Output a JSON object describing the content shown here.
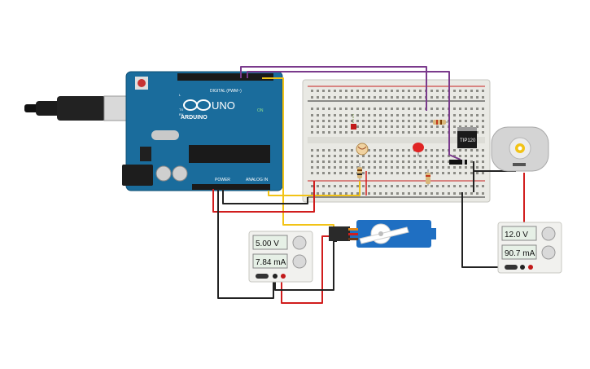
{
  "arduino": {
    "brand": "ARDUINO",
    "model": "UNO",
    "on_label": "ON",
    "digital_label": "DIGITAL (PWM~)",
    "power_label": "POWER",
    "analog_label": "ANALOG IN",
    "tx_label": "TX",
    "rx_label": "RX",
    "l_label": "L"
  },
  "transistor": {
    "label": "TIP120"
  },
  "supply_left": {
    "voltage": "5.00 V",
    "current": "7.84 mA"
  },
  "supply_right": {
    "voltage": "12.0 V",
    "current": "90.7 mA"
  },
  "colors": {
    "arduino_board": "#1a6c9c",
    "breadboard": "#e9e9e4",
    "wire_purple": "#7a3a8c",
    "wire_yellow": "#f2c316",
    "wire_black": "#222222",
    "wire_red": "#d11d1d",
    "servo": "#1f6fc2",
    "motor": "#cfcfcf"
  }
}
